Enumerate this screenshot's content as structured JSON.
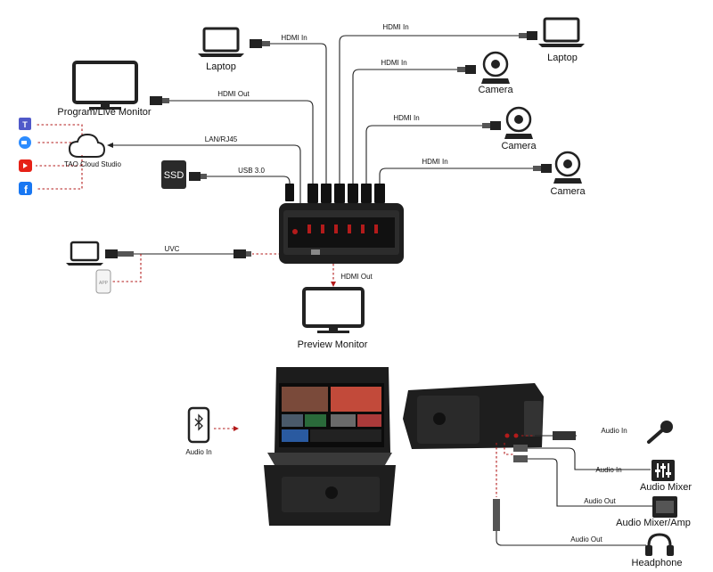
{
  "labels": {
    "laptop_left": "Laptop",
    "laptop_right": "Laptop",
    "camera_1": "Camera",
    "camera_2": "Camera",
    "camera_3": "Camera",
    "program_monitor": "Program/Live Monitor",
    "cloud": "TAO Cloud Studio",
    "ssd": "SSD",
    "preview_monitor": "Preview Monitor",
    "microphone": "",
    "audio_mixer": "Audio Mixer",
    "audio_mixer_amp": "Audio Mixer/Amp",
    "headphone": "Headphone",
    "phone_app": "APP"
  },
  "connections": {
    "hdmi_in_1": "HDMI In",
    "hdmi_in_2": "HDMI In",
    "hdmi_in_3": "HDMI In",
    "hdmi_in_4": "HDMI In",
    "hdmi_in_5": "HDMI In",
    "hdmi_out_program": "HDMI Out",
    "lan": "LAN/RJ45",
    "usb": "USB 3.0",
    "uvc": "UVC",
    "hdmi_out_preview": "HDMI Out",
    "bt_audio_in": "Audio In",
    "audio_in_mic": "Audio In",
    "audio_in_mixer": "Audio In",
    "audio_out_amp": "Audio Out",
    "audio_out_headphone": "Audio Out"
  },
  "platforms": [
    "Teams",
    "Zoom",
    "YouTube",
    "Facebook"
  ],
  "colors": {
    "accent_red": "#b31b1b",
    "device": "#1e1e1e",
    "youtube": "#e62117",
    "facebook": "#1877f2",
    "teams": "#5059c9",
    "zoom": "#2d8cff"
  }
}
